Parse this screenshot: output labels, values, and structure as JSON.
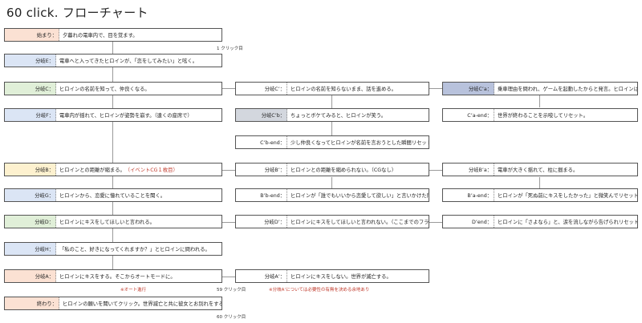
{
  "title": "60 click. フローチャート",
  "notes": {
    "click1": "1 クリック目",
    "auto": "※オート進行",
    "click59": "59 クリック目",
    "note_a": "※分岐A’については必要性の有無を決める余地あり",
    "click60": "60 クリック目"
  },
  "boxes": {
    "start": {
      "tag": "始まり：",
      "text": "夕暮れの電車内で、目を覚ます。"
    },
    "e": {
      "tag": "分岐E：",
      "text": "電車へと入ってきたヒロインが、「恋をしてみたい」と呟く。"
    },
    "c": {
      "tag": "分岐C：",
      "text": "ヒロインの名前を知って、仲良くなる。"
    },
    "f": {
      "tag": "分岐F：",
      "text": "電車内が揺れて、ヒロインが姿勢を崩す。（遠くの座席で）"
    },
    "b": {
      "tag": "分岐B：",
      "text": "ヒロインとの距離が縮まる。",
      "extra": "（イベントCG１枚目）"
    },
    "g": {
      "tag": "分岐G：",
      "text": "ヒロインから、恋愛に憧れていることを聞く。"
    },
    "d": {
      "tag": "分岐D：",
      "text": "ヒロインにキスをしてほしいと言われる。"
    },
    "h": {
      "tag": "分岐H：",
      "text": "「私のこと、好きになってくれますか？」とヒロインに問われる。"
    },
    "a": {
      "tag": "分岐A：",
      "text": "ヒロインにキスをする。そこからオートモードに。"
    },
    "end": {
      "tag": "終わり：",
      "text": "ヒロインの願いを聞いてクリック。世界滅亡と共に彼女とお別れをする。"
    },
    "c2": {
      "tag": "分岐C’：",
      "text": "ヒロインの名前を知らないまま、話を進める。"
    },
    "c2b": {
      "tag": "分岐C’b：",
      "text": "ちょっとボケてみると、ヒロインが笑う。"
    },
    "c2bend": {
      "tag": "C’b-end：",
      "text": "少し仲良くなってヒロインが名前を言おうとした瞬間リセット。"
    },
    "b2": {
      "tag": "分岐B’：",
      "text": "ヒロインとの距離を縮められない。（CGなし）"
    },
    "b2bend": {
      "tag": "B’b-end：",
      "text": "ヒロインが「誰でもいいから恋愛して欲しい」と言いかけた所でリセット。"
    },
    "d2": {
      "tag": "分岐D’：",
      "text": "ヒロインにキスをしてほしいと言われない。（ここまでのフラグで分岐管理）"
    },
    "a2": {
      "tag": "分岐A’：",
      "text": "ヒロインにキスをしない。世界が滅亡する。"
    },
    "c2a": {
      "tag": "分岐C’a：",
      "text": "乗車理由を問われ、ゲームを起動したからと発言。ヒロインは首を傾げる。"
    },
    "c2aend": {
      "tag": "C’a-end：",
      "text": "世界が終わることを示唆してリセット。"
    },
    "b2a": {
      "tag": "分岐B’a：",
      "text": "電車が大きく揺れて、柱に掴まる。"
    },
    "b2aend": {
      "tag": "B’a-end：",
      "text": "ヒロインが「死ぬ前にキスをしたかった」と微笑んでリセット。"
    },
    "d2end": {
      "tag": "D’end：",
      "text": "ヒロインに「さよなら」と、涙を流しながら告げられリセット。"
    }
  }
}
